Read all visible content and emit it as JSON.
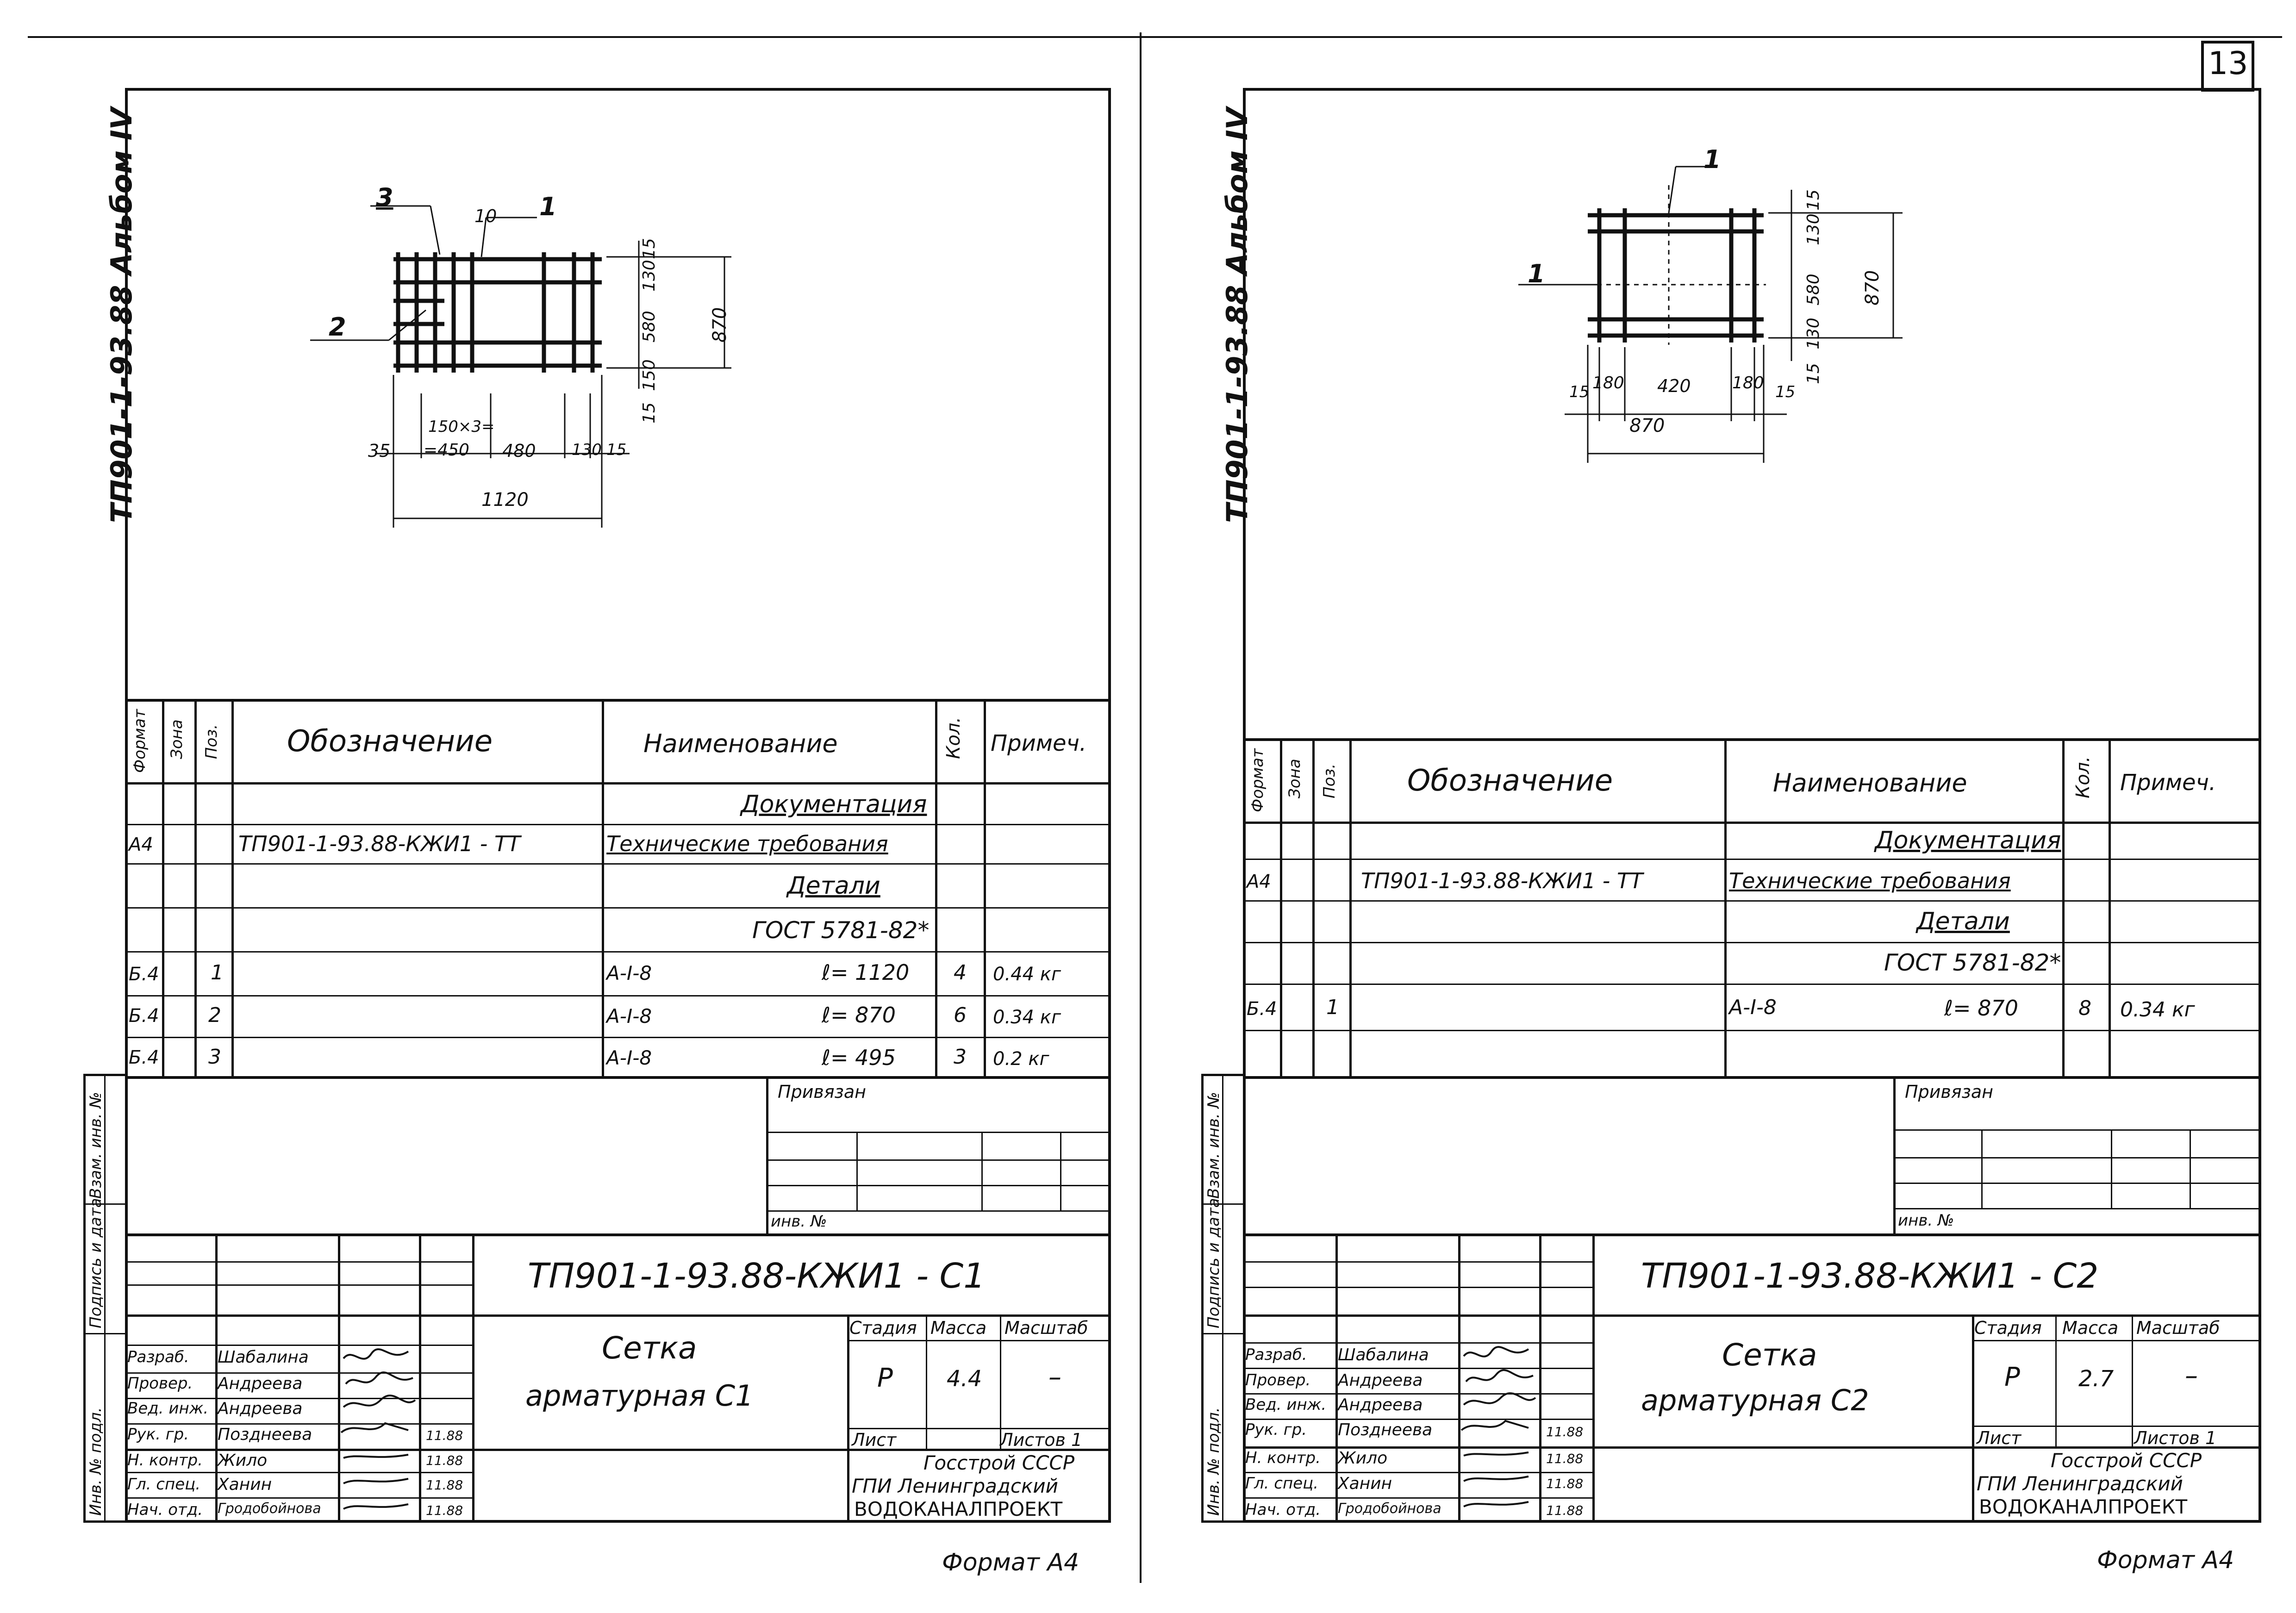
{
  "sheet_number": "13",
  "sheets": [
    {
      "album_label": "ТП901-1-93.88  Альбом IV",
      "drawing": {
        "labels": [
          "3",
          "10",
          "1",
          "2",
          "15",
          "130",
          "580",
          "870",
          "150",
          "15",
          "150×3=",
          "=450",
          "35",
          "480",
          "130",
          "15",
          "1120"
        ]
      },
      "spec": {
        "headers": {
          "format": "Формат",
          "zone": "Зона",
          "pos": "Поз.",
          "designation": "Обозначение",
          "name": "Наименование",
          "qty": "Кол.",
          "note": "Примеч."
        },
        "rows": [
          {
            "format": "",
            "pos": "",
            "designation": "",
            "name": "Документация",
            "qty": "",
            "note": ""
          },
          {
            "format": "А4",
            "pos": "",
            "designation": "ТП901-1-93.88-КЖИ1 - ТТ",
            "name": "Технические требования",
            "qty": "",
            "note": ""
          },
          {
            "format": "",
            "pos": "",
            "designation": "",
            "name": "Детали",
            "qty": "",
            "note": ""
          },
          {
            "format": "",
            "pos": "",
            "designation": "",
            "name": "ГОСТ 5781-82*",
            "qty": "",
            "note": ""
          },
          {
            "format": "Б.4",
            "pos": "1",
            "designation": "",
            "name": "А-I-8",
            "len": "ℓ= 1120",
            "qty": "4",
            "note": "0.44 кг"
          },
          {
            "format": "Б.4",
            "pos": "2",
            "designation": "",
            "name": "А-I-8",
            "len": "ℓ= 870",
            "qty": "6",
            "note": "0.34 кг"
          },
          {
            "format": "Б.4",
            "pos": "3",
            "designation": "",
            "name": "А-I-8",
            "len": "ℓ= 495",
            "qty": "3",
            "note": "0.2 кг"
          }
        ]
      },
      "side_stamp": [
        "Взам. инв. №",
        "Подпись и дата",
        "Инв. № подл."
      ],
      "privyazan": "Привязан",
      "inv_no": "инв. №",
      "title_block": {
        "code": "ТП901-1-93.88-КЖИ1 - С1",
        "name_line1": "Сетка",
        "name_line2": "арматурная  С1",
        "stage_label": "Стадия",
        "mass_label": "Масса",
        "scale_label": "Масштаб",
        "stage": "Р",
        "mass": "4.4",
        "scale": "–",
        "sheet_label": "Лист",
        "sheets_label": "Листов  1",
        "org1": "Госстрой СССР",
        "org2": "ГПИ  Ленинградский",
        "org3": "ВОДОКАНАЛПРОЕКТ",
        "people": [
          {
            "role": "Разраб.",
            "name": "Шабалина",
            "date": ""
          },
          {
            "role": "Провер.",
            "name": "Андреева",
            "date": ""
          },
          {
            "role": "Вед. инж.",
            "name": "Андреева",
            "date": ""
          },
          {
            "role": "Рук. гр.",
            "name": "Позднеева",
            "date": "11.88"
          },
          {
            "role": "Н. контр.",
            "name": "Жило",
            "date": "11.88"
          },
          {
            "role": "Гл. спец.",
            "name": "Ханин",
            "date": "11.88"
          },
          {
            "role": "Нач. отд.",
            "name": "Гродобойнова",
            "date": "11.88"
          }
        ]
      },
      "format_label": "Формат  А4"
    },
    {
      "album_label": "ТП901-1-93.88  Альбом IV",
      "drawing": {
        "labels": [
          "1",
          "1",
          "15",
          "130",
          "580",
          "870",
          "130",
          "15",
          "15",
          "180",
          "420",
          "180",
          "15",
          "870"
        ]
      },
      "spec": {
        "headers": {
          "format": "Формат",
          "zone": "Зона",
          "pos": "Поз.",
          "designation": "Обозначение",
          "name": "Наименование",
          "qty": "Кол.",
          "note": "Примеч."
        },
        "rows": [
          {
            "format": "",
            "pos": "",
            "designation": "",
            "name": "Документация",
            "qty": "",
            "note": ""
          },
          {
            "format": "А4",
            "pos": "",
            "designation": "ТП901-1-93.88-КЖИ1 - ТТ",
            "name": "Технические требования",
            "qty": "",
            "note": ""
          },
          {
            "format": "",
            "pos": "",
            "designation": "",
            "name": "Детали",
            "qty": "",
            "note": ""
          },
          {
            "format": "",
            "pos": "",
            "designation": "",
            "name": "ГОСТ 5781-82*",
            "qty": "",
            "note": ""
          },
          {
            "format": "Б.4",
            "pos": "1",
            "designation": "",
            "name": "А-I-8",
            "len": "ℓ= 870",
            "qty": "8",
            "note": "0.34 кг"
          },
          {
            "format": "",
            "pos": "",
            "designation": "",
            "name": "",
            "len": "",
            "qty": "",
            "note": ""
          }
        ]
      },
      "side_stamp": [
        "Взам. инв. №",
        "Подпись и дата",
        "Инв. № подл."
      ],
      "privyazan": "Привязан",
      "inv_no": "инв. №",
      "title_block": {
        "code": "ТП901-1-93.88-КЖИ1 - С2",
        "name_line1": "Сетка",
        "name_line2": "арматурная  С2",
        "stage_label": "Стадия",
        "mass_label": "Масса",
        "scale_label": "Масштаб",
        "stage": "Р",
        "mass": "2.7",
        "scale": "–",
        "sheet_label": "Лист",
        "sheets_label": "Листов  1",
        "org1": "Госстрой СССР",
        "org2": "ГПИ  Ленинградский",
        "org3": "ВОДОКАНАЛПРОЕКТ",
        "people": [
          {
            "role": "Разраб.",
            "name": "Шабалина",
            "date": ""
          },
          {
            "role": "Провер.",
            "name": "Андреева",
            "date": ""
          },
          {
            "role": "Вед. инж.",
            "name": "Андреева",
            "date": ""
          },
          {
            "role": "Рук. гр.",
            "name": "Позднеева",
            "date": "11.88"
          },
          {
            "role": "Н. контр.",
            "name": "Жило",
            "date": "11.88"
          },
          {
            "role": "Гл. спец.",
            "name": "Ханин",
            "date": "11.88"
          },
          {
            "role": "Нач. отд.",
            "name": "Гродобойнова",
            "date": "11.88"
          }
        ]
      },
      "format_label": "Формат  А4"
    }
  ]
}
